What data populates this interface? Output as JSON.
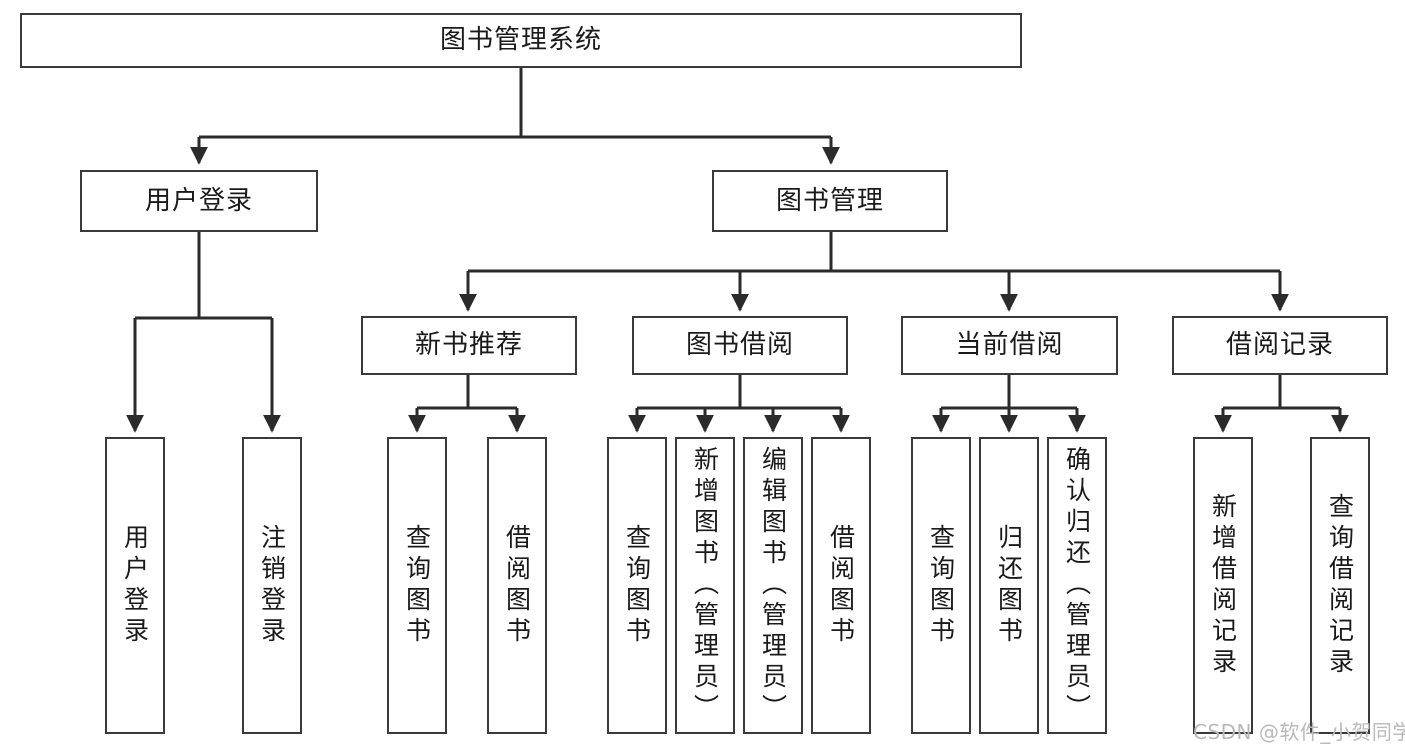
{
  "diagram": {
    "title": "图书管理系统",
    "type": "tree",
    "orientation": "top-down",
    "colors": {
      "box_border": "#3a3a3a",
      "box_fill": "#ffffff",
      "edge": "#2b2b2b",
      "text": "#1a1a1a",
      "watermark": "#b9b9b9",
      "background": "#ffffff"
    }
  },
  "watermark": {
    "text": "CSDN @软件_小贺同学"
  },
  "root": {
    "label": "图书管理系统"
  },
  "level2": [
    {
      "label": "用户登录"
    },
    {
      "label": "图书管理"
    }
  ],
  "level3": [
    {
      "label": "新书推荐"
    },
    {
      "label": "图书借阅"
    },
    {
      "label": "当前借阅"
    },
    {
      "label": "借阅记录"
    }
  ],
  "leaves": {
    "user_login": [
      {
        "label": "用户登录"
      },
      {
        "label": "注销登录"
      }
    ],
    "new_book_recommend": [
      {
        "label": "查询图书"
      },
      {
        "label": "借阅图书"
      }
    ],
    "book_borrow": [
      {
        "label": "查询图书"
      },
      {
        "label": "新增图书（管理员）"
      },
      {
        "label": "编辑图书（管理员）"
      },
      {
        "label": "借阅图书"
      }
    ],
    "current_borrow": [
      {
        "label": "查询图书"
      },
      {
        "label": "归还图书"
      },
      {
        "label": "确认归还（管理员）"
      }
    ],
    "borrow_record": [
      {
        "label": "新增借阅记录"
      },
      {
        "label": "查询借阅记录"
      }
    ]
  }
}
